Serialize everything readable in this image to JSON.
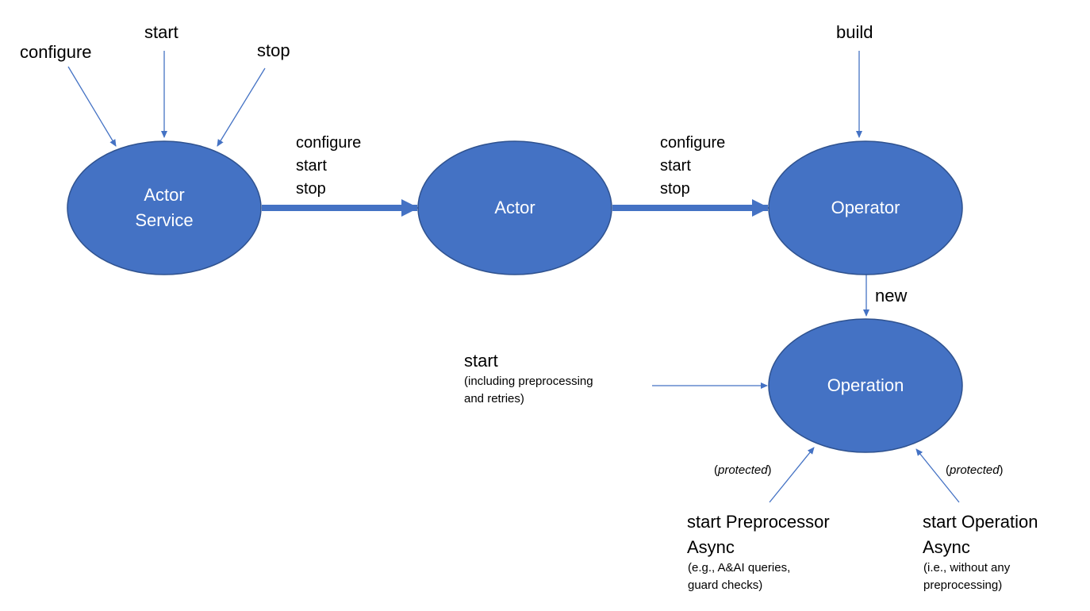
{
  "nodes": {
    "actor_service": {
      "label_line1": "Actor",
      "label_line2": "Service"
    },
    "actor": {
      "label": "Actor"
    },
    "operator": {
      "label": "Operator"
    },
    "operation": {
      "label": "Operation"
    }
  },
  "actor_service_inputs": {
    "configure": "configure",
    "start": "start",
    "stop": "stop"
  },
  "operator_input": {
    "build": "build"
  },
  "edge_service_to_actor": {
    "line1": "configure",
    "line2": "start",
    "line3": "stop"
  },
  "edge_actor_to_operator": {
    "line1": "configure",
    "line2": "start",
    "line3": "stop"
  },
  "edge_operator_to_operation": {
    "label": "new"
  },
  "operation_start": {
    "label": "start",
    "note_line1": "(including preprocessing",
    "note_line2": "and retries)"
  },
  "preprocessor": {
    "protected_open": "(",
    "protected_word": "protected",
    "protected_close": ")",
    "title_line1": "start Preprocessor",
    "title_line2": "Async",
    "note_line1": "(e.g., A&AI queries,",
    "note_line2": "guard checks)"
  },
  "operation_async": {
    "protected_open": "(",
    "protected_word": "protected",
    "protected_close": ")",
    "title_line1": "start Operation",
    "title_line2": "Async",
    "note_line1": "(i.e., without any",
    "note_line2": "preprocessing)"
  },
  "colors": {
    "node_fill": "#4472C4",
    "node_stroke": "#2F528F",
    "arrow": "#4472C4",
    "node_text": "#FFFFFF"
  }
}
